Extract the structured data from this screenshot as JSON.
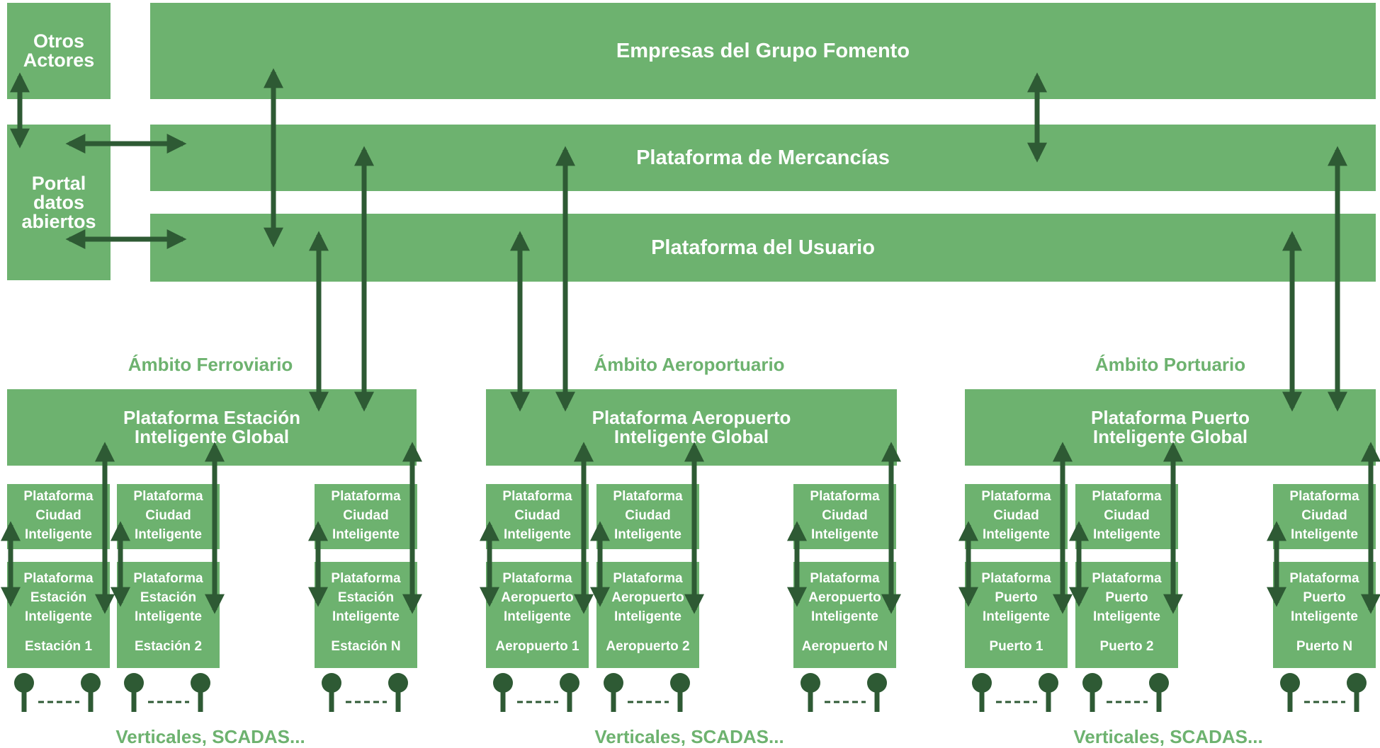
{
  "top": {
    "otros": [
      "Otros",
      "Actores"
    ],
    "portal": [
      "Portal",
      "datos",
      "abiertos"
    ],
    "empresas": "Empresas del Grupo Fomento",
    "mercancias": "Plataforma de Mercancías",
    "usuario": "Plataforma del Usuario"
  },
  "ambitos": [
    {
      "label": "Ámbito Ferroviario",
      "platform": [
        "Plataforma Estación",
        "Inteligente Global"
      ],
      "units": [
        {
          "ciudad": [
            "Plataforma",
            "Ciudad",
            "Inteligente"
          ],
          "local": [
            "Plataforma",
            "Estación",
            "Inteligente"
          ],
          "name": "Estación 1"
        },
        {
          "ciudad": [
            "Plataforma",
            "Ciudad",
            "Inteligente"
          ],
          "local": [
            "Plataforma",
            "Estación",
            "Inteligente"
          ],
          "name": "Estación 2"
        },
        {
          "ciudad": [
            "Plataforma",
            "Ciudad",
            "Inteligente"
          ],
          "local": [
            "Plataforma",
            "Estación",
            "Inteligente"
          ],
          "name": "Estación N"
        }
      ],
      "verticales": "Verticales, SCADAS..."
    },
    {
      "label": "Ámbito Aeroportuario",
      "platform": [
        "Plataforma Aeropuerto",
        "Inteligente Global"
      ],
      "units": [
        {
          "ciudad": [
            "Plataforma",
            "Ciudad",
            "Inteligente"
          ],
          "local": [
            "Plataforma",
            "Aeropuerto",
            "Inteligente"
          ],
          "name": "Aeropuerto 1"
        },
        {
          "ciudad": [
            "Plataforma",
            "Ciudad",
            "Inteligente"
          ],
          "local": [
            "Plataforma",
            "Aeropuerto",
            "Inteligente"
          ],
          "name": "Aeropuerto 2"
        },
        {
          "ciudad": [
            "Plataforma",
            "Ciudad",
            "Inteligente"
          ],
          "local": [
            "Plataforma",
            "Aeropuerto",
            "Inteligente"
          ],
          "name": "Aeropuerto N"
        }
      ],
      "verticales": "Verticales, SCADAS..."
    },
    {
      "label": "Ámbito Portuario",
      "platform": [
        "Plataforma Puerto",
        "Inteligente Global"
      ],
      "units": [
        {
          "ciudad": [
            "Plataforma",
            "Ciudad",
            "Inteligente"
          ],
          "local": [
            "Plataforma",
            "Puerto",
            "Inteligente"
          ],
          "name": "Puerto 1"
        },
        {
          "ciudad": [
            "Plataforma",
            "Ciudad",
            "Inteligente"
          ],
          "local": [
            "Plataforma",
            "Puerto",
            "Inteligente"
          ],
          "name": "Puerto 2"
        },
        {
          "ciudad": [
            "Plataforma",
            "Ciudad",
            "Inteligente"
          ],
          "local": [
            "Plataforma",
            "Puerto",
            "Inteligente"
          ],
          "name": "Puerto N"
        }
      ],
      "verticales": "Verticales, SCADAS..."
    }
  ],
  "colors": {
    "box": "#6db26f",
    "arrow": "#2e5a34",
    "text": "#ffffff"
  }
}
